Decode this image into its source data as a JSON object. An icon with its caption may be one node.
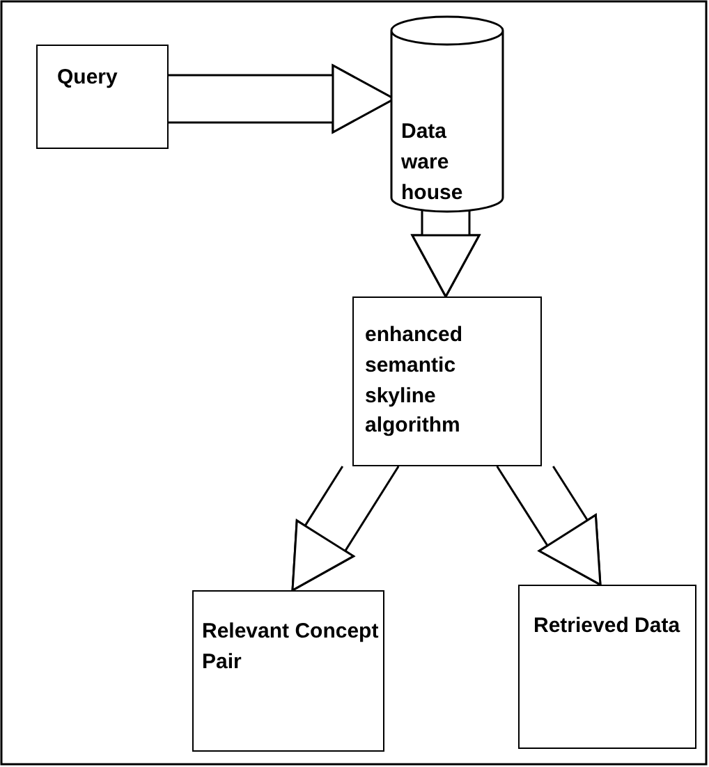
{
  "diagram": {
    "nodes": [
      {
        "text": [
          "Query"
        ]
      },
      {
        "text": [
          "Data ware house"
        ]
      },
      {
        "text": [
          "enhanced semantic skyline algorithm"
        ]
      },
      {
        "text": [
          "Relevant Concept Pair"
        ]
      },
      {
        "text": [
          "Retrieved Data"
        ]
      }
    ],
    "edges": [
      {
        "from": 0,
        "to": 1,
        "arrow": "to"
      },
      {
        "from": 1,
        "to": 2,
        "arrow": "to"
      },
      {
        "from": 2,
        "to": 3,
        "arrow": "to"
      },
      {
        "from": 2,
        "to": 4,
        "arrow": "to"
      }
    ]
  }
}
